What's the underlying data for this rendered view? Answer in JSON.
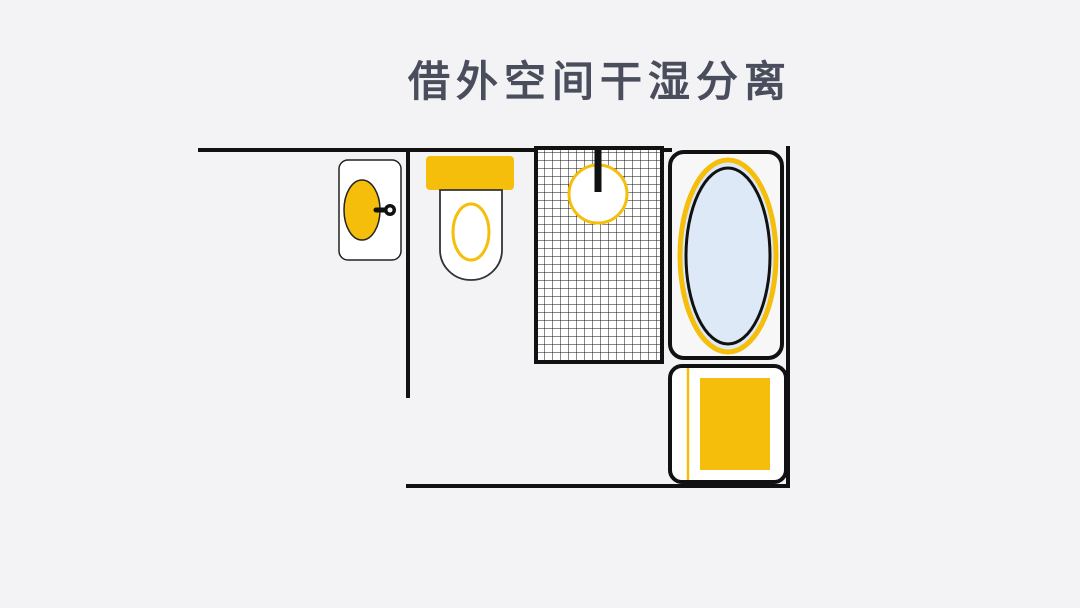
{
  "title": "借外空间干湿分离",
  "colors": {
    "background": "#f3f3f5",
    "wall": "#111111",
    "accent_yellow": "#f5be0a",
    "tub_water": "#dde9f7",
    "fixture_fill": "#ffffff",
    "title_text": "#4a4e5c"
  },
  "fixtures": [
    {
      "id": "washbasin",
      "icon": "wall-sink"
    },
    {
      "id": "toilet",
      "icon": "toilet"
    },
    {
      "id": "shower",
      "icon": "shower-tiled-floor"
    },
    {
      "id": "bathtub",
      "icon": "oval-bathtub"
    },
    {
      "id": "cabinet",
      "icon": "storage-cabinet"
    }
  ]
}
